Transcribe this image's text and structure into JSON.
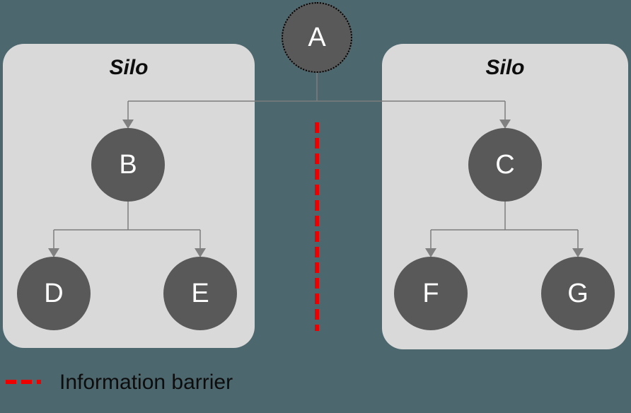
{
  "diagram": {
    "silos": [
      {
        "label": "Silo",
        "side": "left",
        "members": [
          "B",
          "D",
          "E"
        ]
      },
      {
        "label": "Silo",
        "side": "right",
        "members": [
          "C",
          "F",
          "G"
        ]
      }
    ],
    "nodes": {
      "root": {
        "label": "A"
      },
      "left_parent": {
        "label": "B"
      },
      "right_parent": {
        "label": "C"
      },
      "left_child_1": {
        "label": "D"
      },
      "left_child_2": {
        "label": "E"
      },
      "right_child_1": {
        "label": "F"
      },
      "right_child_2": {
        "label": "G"
      }
    },
    "edges": [
      [
        "A",
        "B"
      ],
      [
        "A",
        "C"
      ],
      [
        "B",
        "D"
      ],
      [
        "B",
        "E"
      ],
      [
        "C",
        "F"
      ],
      [
        "C",
        "G"
      ]
    ],
    "legend": {
      "label": "Information barrier"
    },
    "colors": {
      "background": "#4d676f",
      "silo_fill": "#d9d9d9",
      "node_fill": "#595959",
      "node_text": "#ffffff",
      "connector": "#7d7d7d",
      "barrier": "#ee0000",
      "text": "#0d0d0d"
    }
  }
}
